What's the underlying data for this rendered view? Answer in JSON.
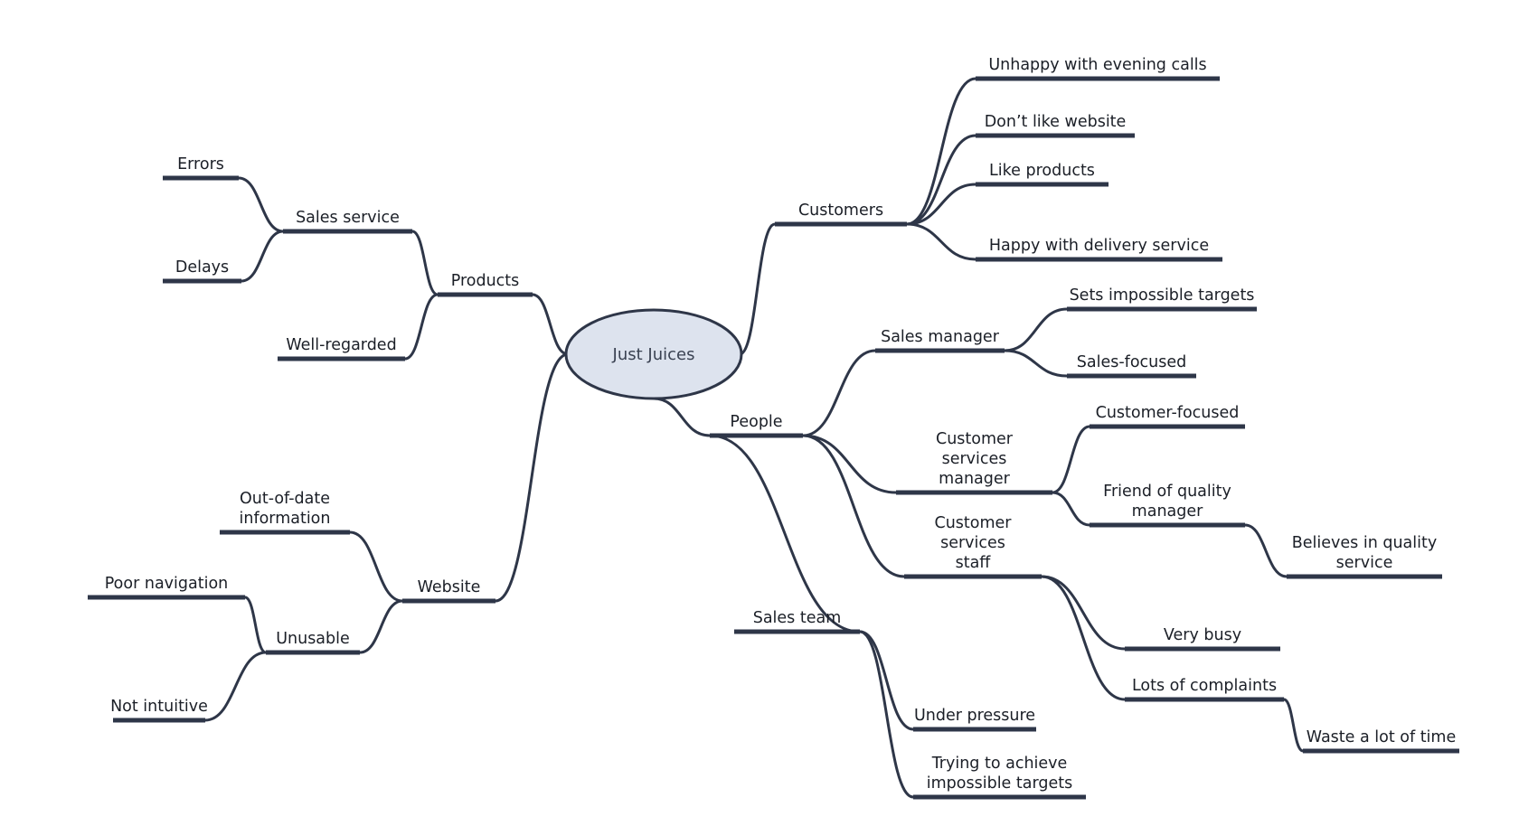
{
  "mindmap": {
    "central": {
      "label": "Just Juices",
      "fill": "#dde3ee",
      "stroke": "#2e3648"
    },
    "line_color": "#2e3648",
    "nodes": [
      {
        "id": "customers",
        "label": "Customers",
        "parent": "central"
      },
      {
        "id": "cust-evening",
        "label": "Unhappy with evening calls",
        "parent": "customers"
      },
      {
        "id": "cust-website",
        "label": "Don’t like website",
        "parent": "customers"
      },
      {
        "id": "cust-products",
        "label": "Like products",
        "parent": "customers"
      },
      {
        "id": "cust-delivery",
        "label": "Happy with delivery service",
        "parent": "customers"
      },
      {
        "id": "products",
        "label": "Products",
        "parent": "central"
      },
      {
        "id": "sales-service",
        "label": "Sales service",
        "parent": "products"
      },
      {
        "id": "errors",
        "label": "Errors",
        "parent": "sales-service"
      },
      {
        "id": "delays",
        "label": "Delays",
        "parent": "sales-service"
      },
      {
        "id": "well-regarded",
        "label": "Well-regarded",
        "parent": "products"
      },
      {
        "id": "website",
        "label": "Website",
        "parent": "central"
      },
      {
        "id": "out-of-date",
        "label": "Out-of-date information",
        "parent": "website"
      },
      {
        "id": "unusable",
        "label": "Unusable",
        "parent": "website"
      },
      {
        "id": "poor-nav",
        "label": "Poor navigation",
        "parent": "unusable"
      },
      {
        "id": "not-intuitive",
        "label": "Not intuitive",
        "parent": "unusable"
      },
      {
        "id": "people",
        "label": "People",
        "parent": "central"
      },
      {
        "id": "sales-manager",
        "label": "Sales manager",
        "parent": "people"
      },
      {
        "id": "impossible-targets",
        "label": "Sets impossible targets",
        "parent": "sales-manager"
      },
      {
        "id": "sales-focused",
        "label": "Sales-focused",
        "parent": "sales-manager"
      },
      {
        "id": "cs-manager",
        "label": "Customer services manager",
        "parent": "people"
      },
      {
        "id": "customer-focused",
        "label": "Customer-focused",
        "parent": "cs-manager"
      },
      {
        "id": "friend-quality",
        "label": "Friend of quality manager",
        "parent": "cs-manager"
      },
      {
        "id": "believes-quality",
        "label": "Believes in quality service",
        "parent": "friend-quality"
      },
      {
        "id": "cs-staff",
        "label": "Customer services staff",
        "parent": "people"
      },
      {
        "id": "very-busy",
        "label": "Very busy",
        "parent": "cs-staff"
      },
      {
        "id": "complaints",
        "label": "Lots of complaints",
        "parent": "cs-staff"
      },
      {
        "id": "waste-time",
        "label": "Waste a lot of time",
        "parent": "complaints"
      },
      {
        "id": "sales-team",
        "label": "Sales team",
        "parent": "people"
      },
      {
        "id": "under-pressure",
        "label": "Under pressure",
        "parent": "sales-team"
      },
      {
        "id": "achieve-targets",
        "label": "Trying to achieve impossible targets",
        "parent": "sales-team"
      }
    ]
  }
}
